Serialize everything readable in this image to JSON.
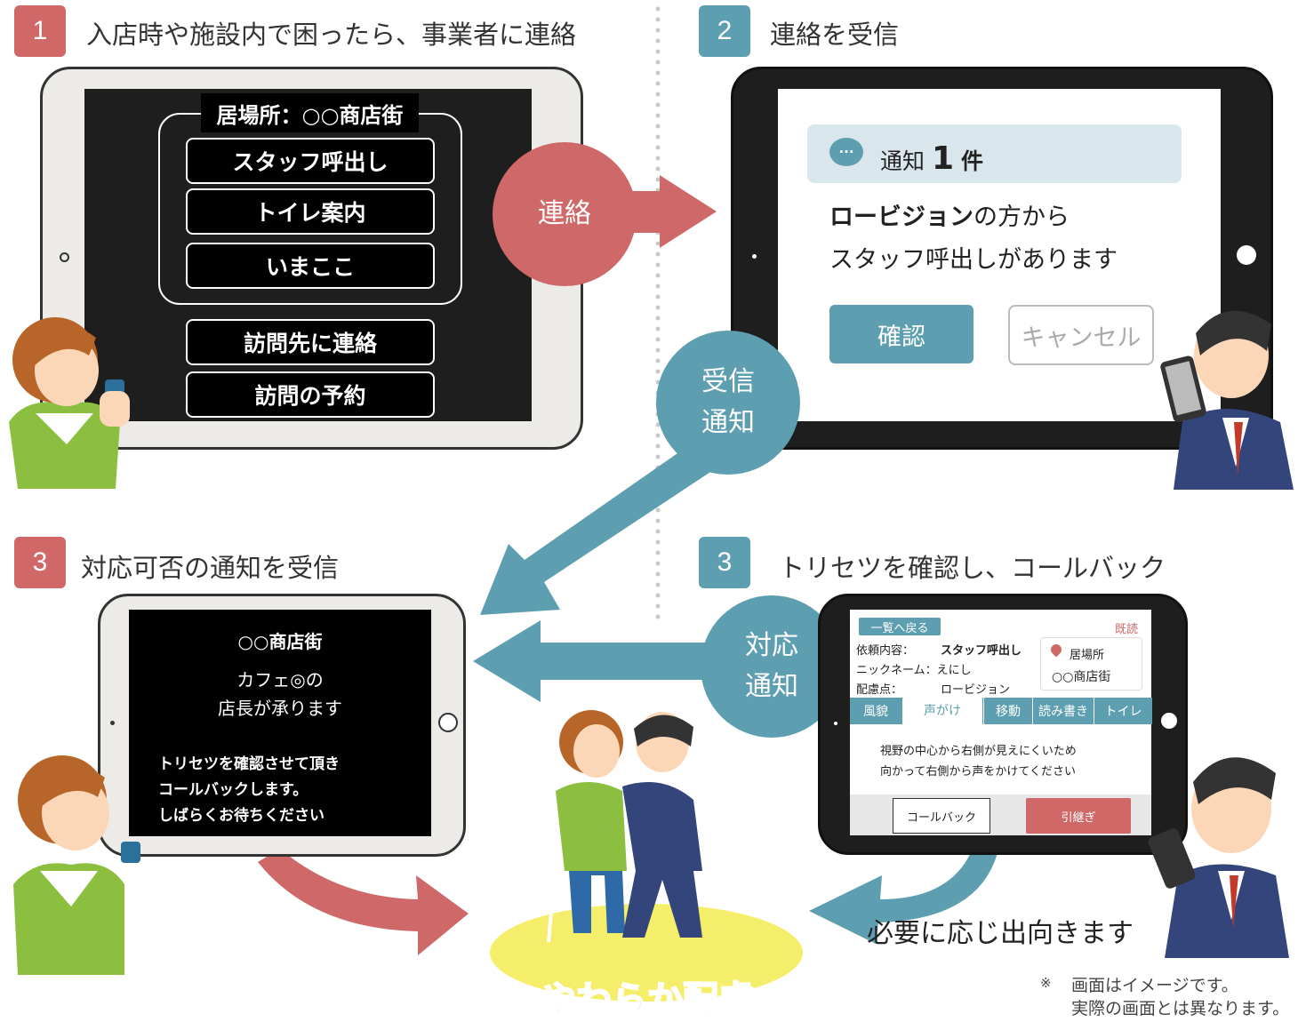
{
  "steps": {
    "s1": {
      "num": "1",
      "title": "入店時や施設内で困ったら、事業者に連絡"
    },
    "s2": {
      "num": "2",
      "title": "連絡を受信"
    },
    "s3a": {
      "num": "3",
      "title": "対応可否の通知を受信"
    },
    "s3b": {
      "num": "3",
      "title": "トリセツを確認し、コールバック"
    }
  },
  "tablet1": {
    "location": "居場所：○○商店街",
    "buttons": [
      "スタッフ呼出し",
      "トイレ案内",
      "いまここ",
      "訪問先に連絡",
      "訪問の予約"
    ]
  },
  "tablet2": {
    "notice_label": "通知",
    "notice_count": "1",
    "notice_unit": "件",
    "sender_bold": "ロービジョン",
    "sender_rest": "の方から",
    "message": "スタッフ呼出しがあります",
    "confirm": "確認",
    "cancel": "キャンセル"
  },
  "tablet3": {
    "place": "○○商店街",
    "line1": "カフェ◎の",
    "line2": "店長が承ります",
    "line3": "トリセツを確認させて頂き",
    "line4": "コールバックします。",
    "line5": "しばらくお待ちください"
  },
  "tablet4": {
    "back": "一覧へ戻る",
    "read": "既読",
    "req_label": "依頼内容：",
    "req_value": "スタッフ呼出し",
    "nick_label": "ニックネーム：えにし",
    "care_label": "配慮点：",
    "care_value": "ロービジョン",
    "loc_label": "居場所",
    "loc_value": "○○商店街",
    "tabs": [
      "風貌",
      "声がけ",
      "移動",
      "読み書き",
      "トイレ"
    ],
    "body1": "視野の中心から右側が見えにくいため",
    "body2": "向かって右側から声をかけてください",
    "callback": "コールバック",
    "handover": "引継ぎ"
  },
  "circles": {
    "contact": "連絡",
    "recv1": "受信",
    "recv2": "通知",
    "resp1": "対応",
    "resp2": "通知"
  },
  "goout": "必要に応じ出向きます",
  "brand": "やわらか配慮",
  "note": {
    "mark": "※",
    "line1": "画面はイメージです。",
    "line2": "実際の画面とは異なります。"
  },
  "colors": {
    "red": "#d06868",
    "blue": "#5d9fb0",
    "dark": "#1e1e1e"
  }
}
